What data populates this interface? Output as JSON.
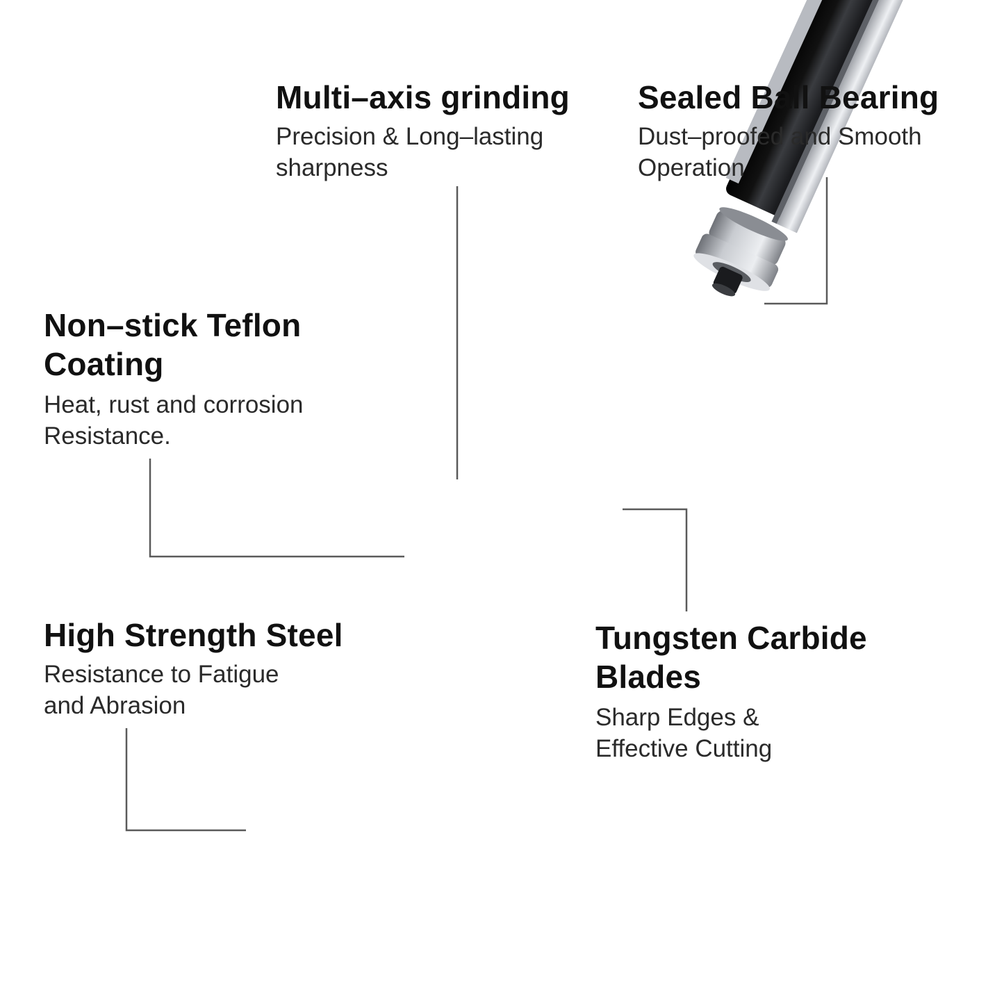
{
  "colors": {
    "background": "#ffffff",
    "heading": "#111111",
    "body_text": "#2a2a2a",
    "leader_line": "#5a5a5a",
    "steel": "#c9ccd1",
    "coating": "#0c0c0e"
  },
  "callouts": {
    "multi_axis": {
      "title": "Multi–axis grinding",
      "line1": "Precision & Long–lasting",
      "line2": "sharpness"
    },
    "sealed_bearing": {
      "title": "Sealed Ball Bearing",
      "line1": "Dust–proofed and Smooth",
      "line2": "Operation"
    },
    "teflon": {
      "title_line1": "Non–stick Teflon",
      "title_line2": "Coating",
      "line1": "Heat, rust and corrosion",
      "line2": "Resistance."
    },
    "steel": {
      "title": "High Strength Steel",
      "line1": "Resistance to Fatigue",
      "line2": "and Abrasion"
    },
    "carbide": {
      "title_line1": "Tungsten Carbide",
      "title_line2": "Blades",
      "line1": "Sharp Edges &",
      "line2": "Effective Cutting"
    }
  }
}
